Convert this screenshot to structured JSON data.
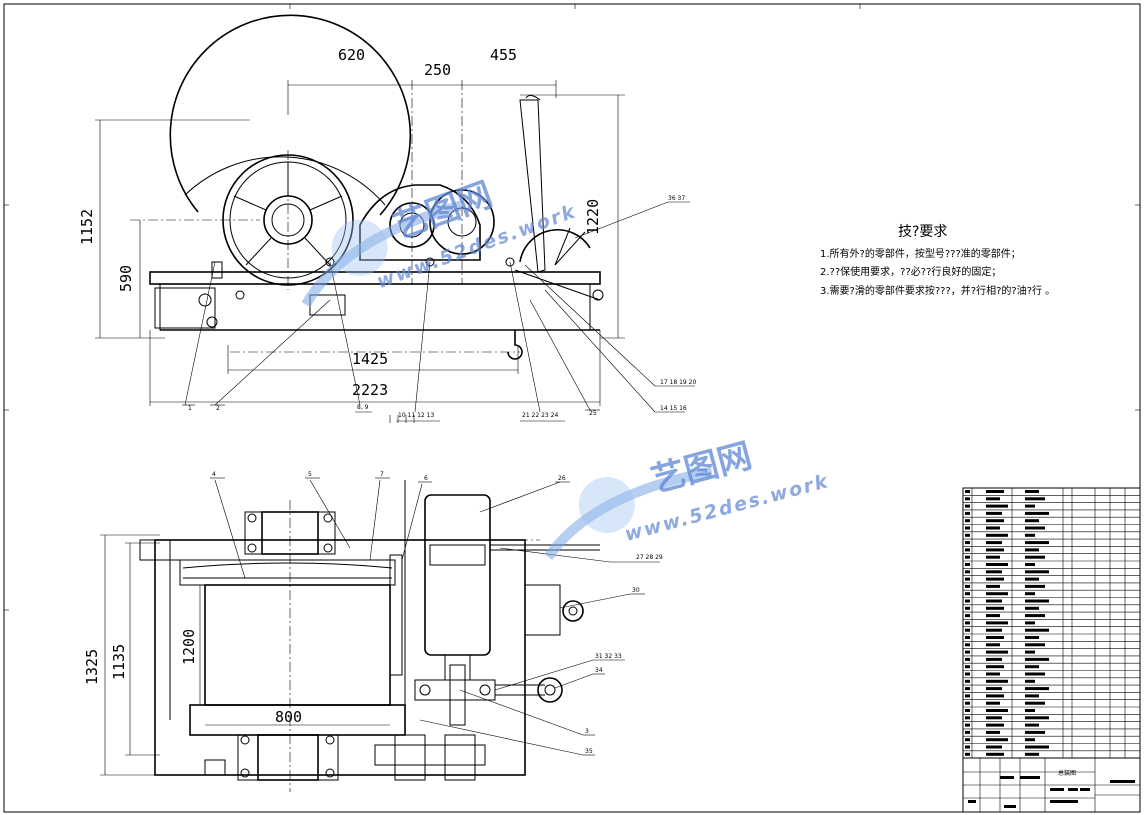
{
  "top_view_dimensions": {
    "d620": "620",
    "d250": "250",
    "d455": "455",
    "d1152": "1152",
    "d590": "590",
    "d1220": "1220",
    "d1425": "1425",
    "d2223": "2223"
  },
  "top_view_callouts": {
    "c1": "1",
    "c2": "2",
    "c89": "8, 9",
    "c10": "10 11 12 13",
    "c21": "21 22 23 24",
    "c25": "25",
    "c17": "17 18 19 20",
    "c14": "14 15 16",
    "c36": "36 37"
  },
  "bottom_view_dimensions": {
    "d1325": "1325",
    "d1135": "1135",
    "d1200": "1200",
    "d800": "800"
  },
  "bottom_view_callouts": {
    "c4": "4",
    "c5": "5",
    "c7": "7",
    "c6": "6",
    "c26": "26",
    "c27": "27 28 29",
    "c30": "30",
    "c31": "31 32 33",
    "c34": "34",
    "c3": "3",
    "c35": "35"
  },
  "technical_requirements": {
    "title": "技?要求",
    "line1": "1.所有外?的零部件，按型号???准的零部件；",
    "line2": "2.??保使用要求，??必??行良好的固定；",
    "line3": "3.需要?滑的零部件要求按???，并?行相?的?油?行 。"
  },
  "title_block": {
    "drawing_name": "总装图"
  },
  "watermark": {
    "brand_cn": "艺图网",
    "url": "www.52des.work"
  },
  "colors": {
    "line": "#000000",
    "watermark": "#5e86d4"
  }
}
